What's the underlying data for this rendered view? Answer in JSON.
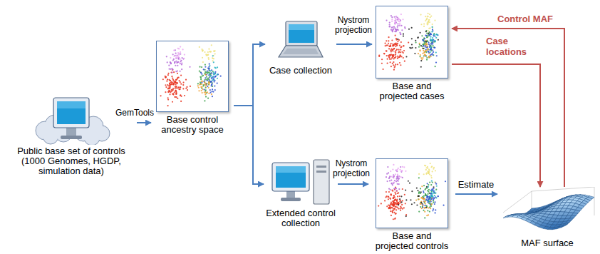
{
  "diagram": {
    "nodes": [
      {
        "text": [
          "Public base set of controls (1000 Genomes, HGDP, simulation data)"
        ]
      },
      {
        "text": [
          "Base control ancestry space"
        ]
      },
      {
        "text": [
          "Case collection"
        ]
      },
      {
        "text": [
          "Base and projected cases"
        ]
      },
      {
        "text": [
          "Extended control collection"
        ]
      },
      {
        "text": [
          "Base and projected controls"
        ]
      },
      {
        "text": [
          "MAF surface"
        ]
      }
    ],
    "edges": [
      {
        "from": 0,
        "to": 1,
        "label": "GemTools",
        "arrow": "to"
      },
      {
        "from": 1,
        "to": 2,
        "arrow": "to"
      },
      {
        "from": 1,
        "to": 4,
        "arrow": "to"
      },
      {
        "from": 2,
        "to": 3,
        "label": "Nystrom projection",
        "arrow": "to"
      },
      {
        "from": 4,
        "to": 5,
        "label": "Nystrom projection",
        "arrow": "to"
      },
      {
        "from": 5,
        "to": 6,
        "label": "Estimate",
        "arrow": "to"
      },
      {
        "from": 3,
        "to": 6,
        "label": "Case locations",
        "arrow": "to"
      },
      {
        "from": 6,
        "to": 3,
        "label": "Control MAF",
        "arrow": "to"
      }
    ]
  }
}
